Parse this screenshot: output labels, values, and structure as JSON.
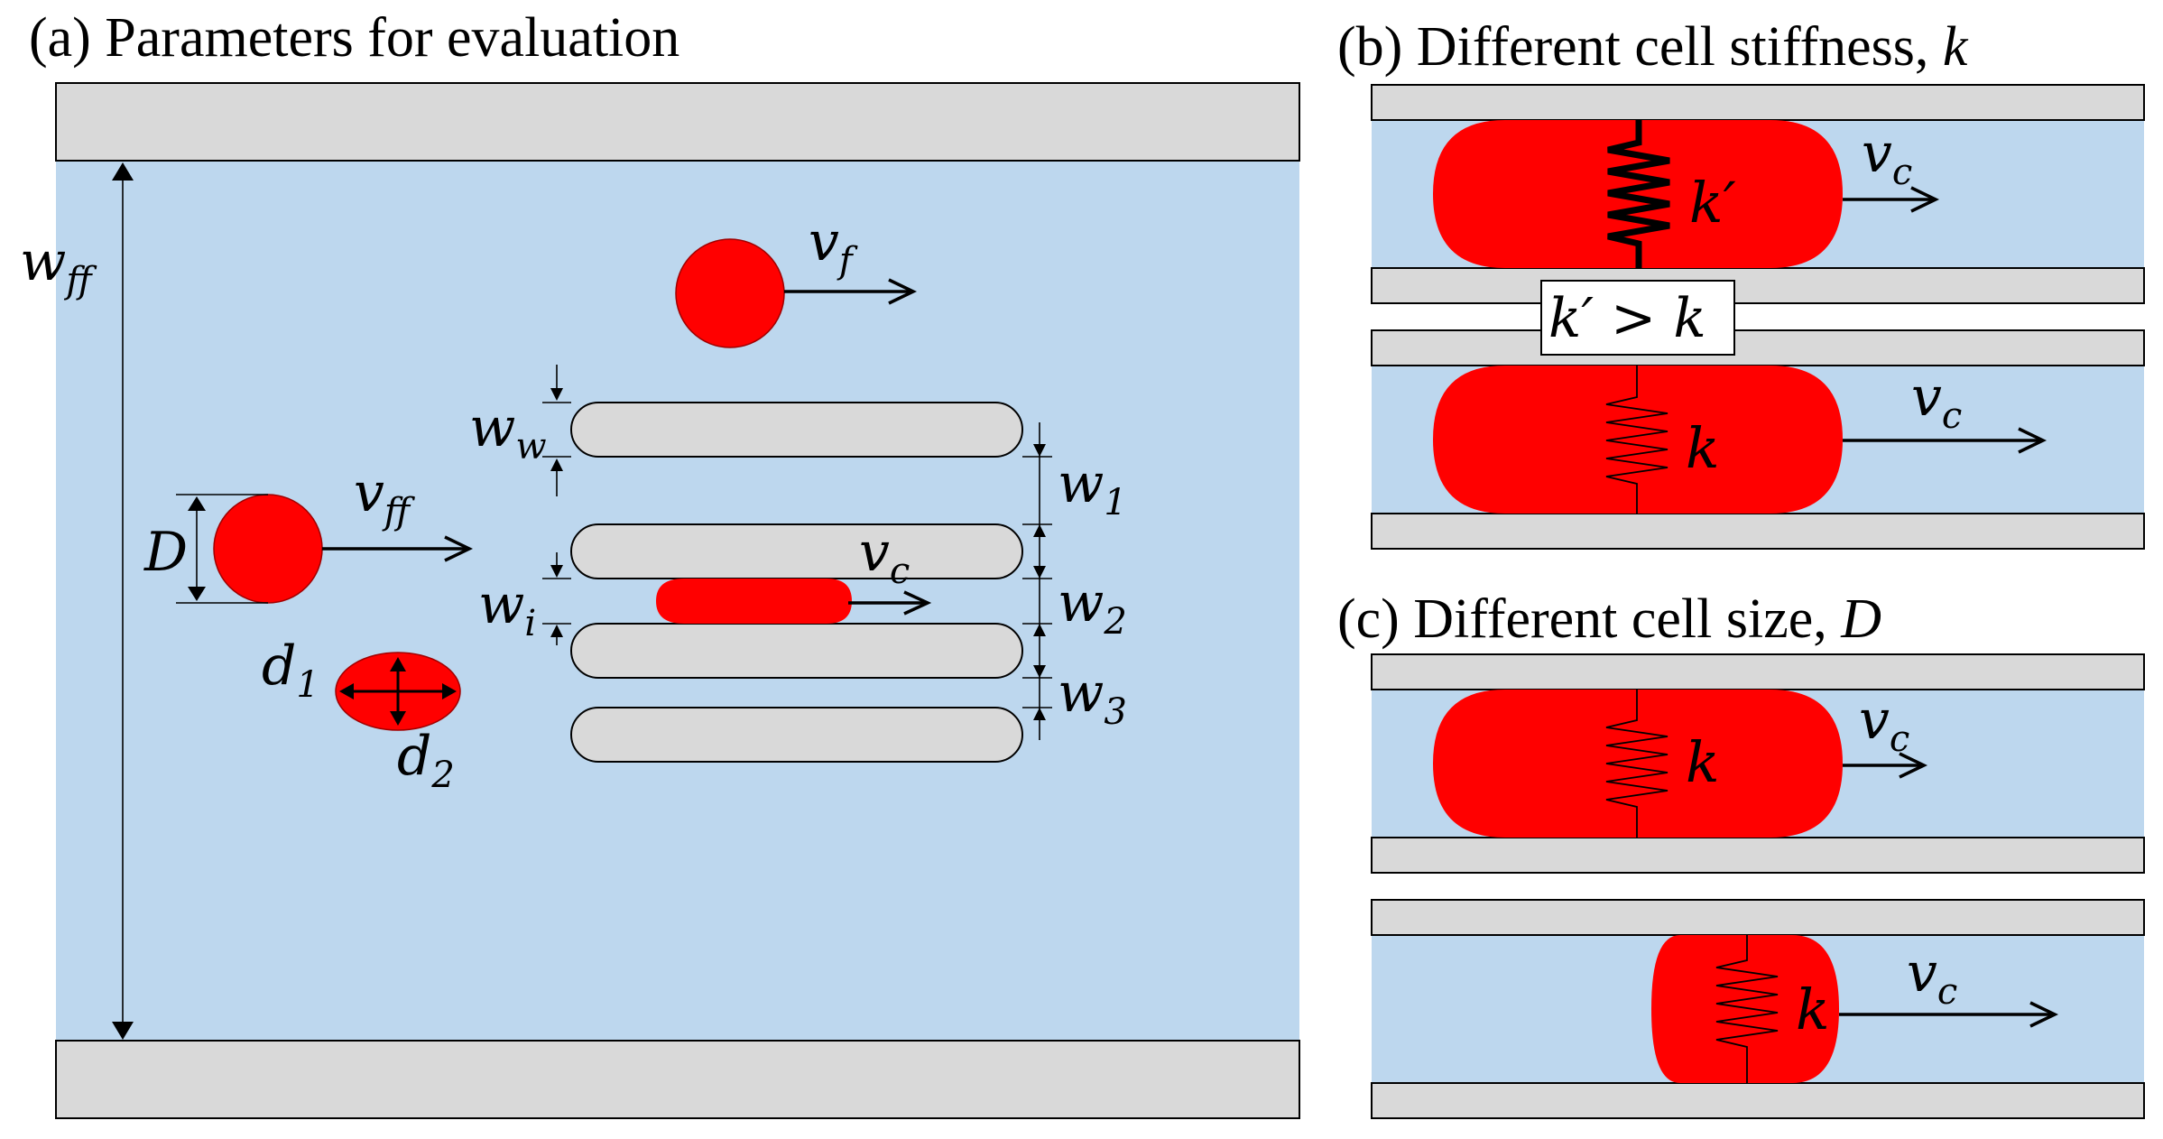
{
  "panel_a": {
    "title": "(a) Parameters for evaluation",
    "labels": {
      "wff": "w",
      "wff_sub": "ff",
      "vf": "v",
      "vf_sub": "f",
      "ww": "w",
      "ww_sub": "w",
      "vff": "v",
      "vff_sub": "ff",
      "D": "D",
      "w1": "w",
      "w1_sub": "1",
      "vc": "v",
      "vc_sub": "c",
      "wi": "w",
      "wi_sub": "i",
      "w2": "w",
      "w2_sub": "2",
      "d1": "d",
      "d1_sub": "1",
      "w3": "w",
      "w3_sub": "3",
      "d2": "d",
      "d2_sub": "2"
    }
  },
  "panel_b": {
    "title_prefix": "(b) Different cell stiffness, ",
    "title_var": "k",
    "top_cell_label": "k′",
    "top_vel": "v",
    "top_vel_sub": "c",
    "compare": "k′ > k",
    "bottom_cell_label": "k",
    "bottom_vel": "v",
    "bottom_vel_sub": "c"
  },
  "panel_c": {
    "title_prefix": "(c) Different cell size, ",
    "title_var": "D",
    "top_cell_label": "k",
    "top_vel": "v",
    "top_vel_sub": "c",
    "bottom_cell_label": "k",
    "bottom_vel": "v",
    "bottom_vel_sub": "c"
  },
  "colors": {
    "fluid": "#bdd7ee",
    "wall": "#d9d9d9",
    "cell": "#ff0000"
  }
}
